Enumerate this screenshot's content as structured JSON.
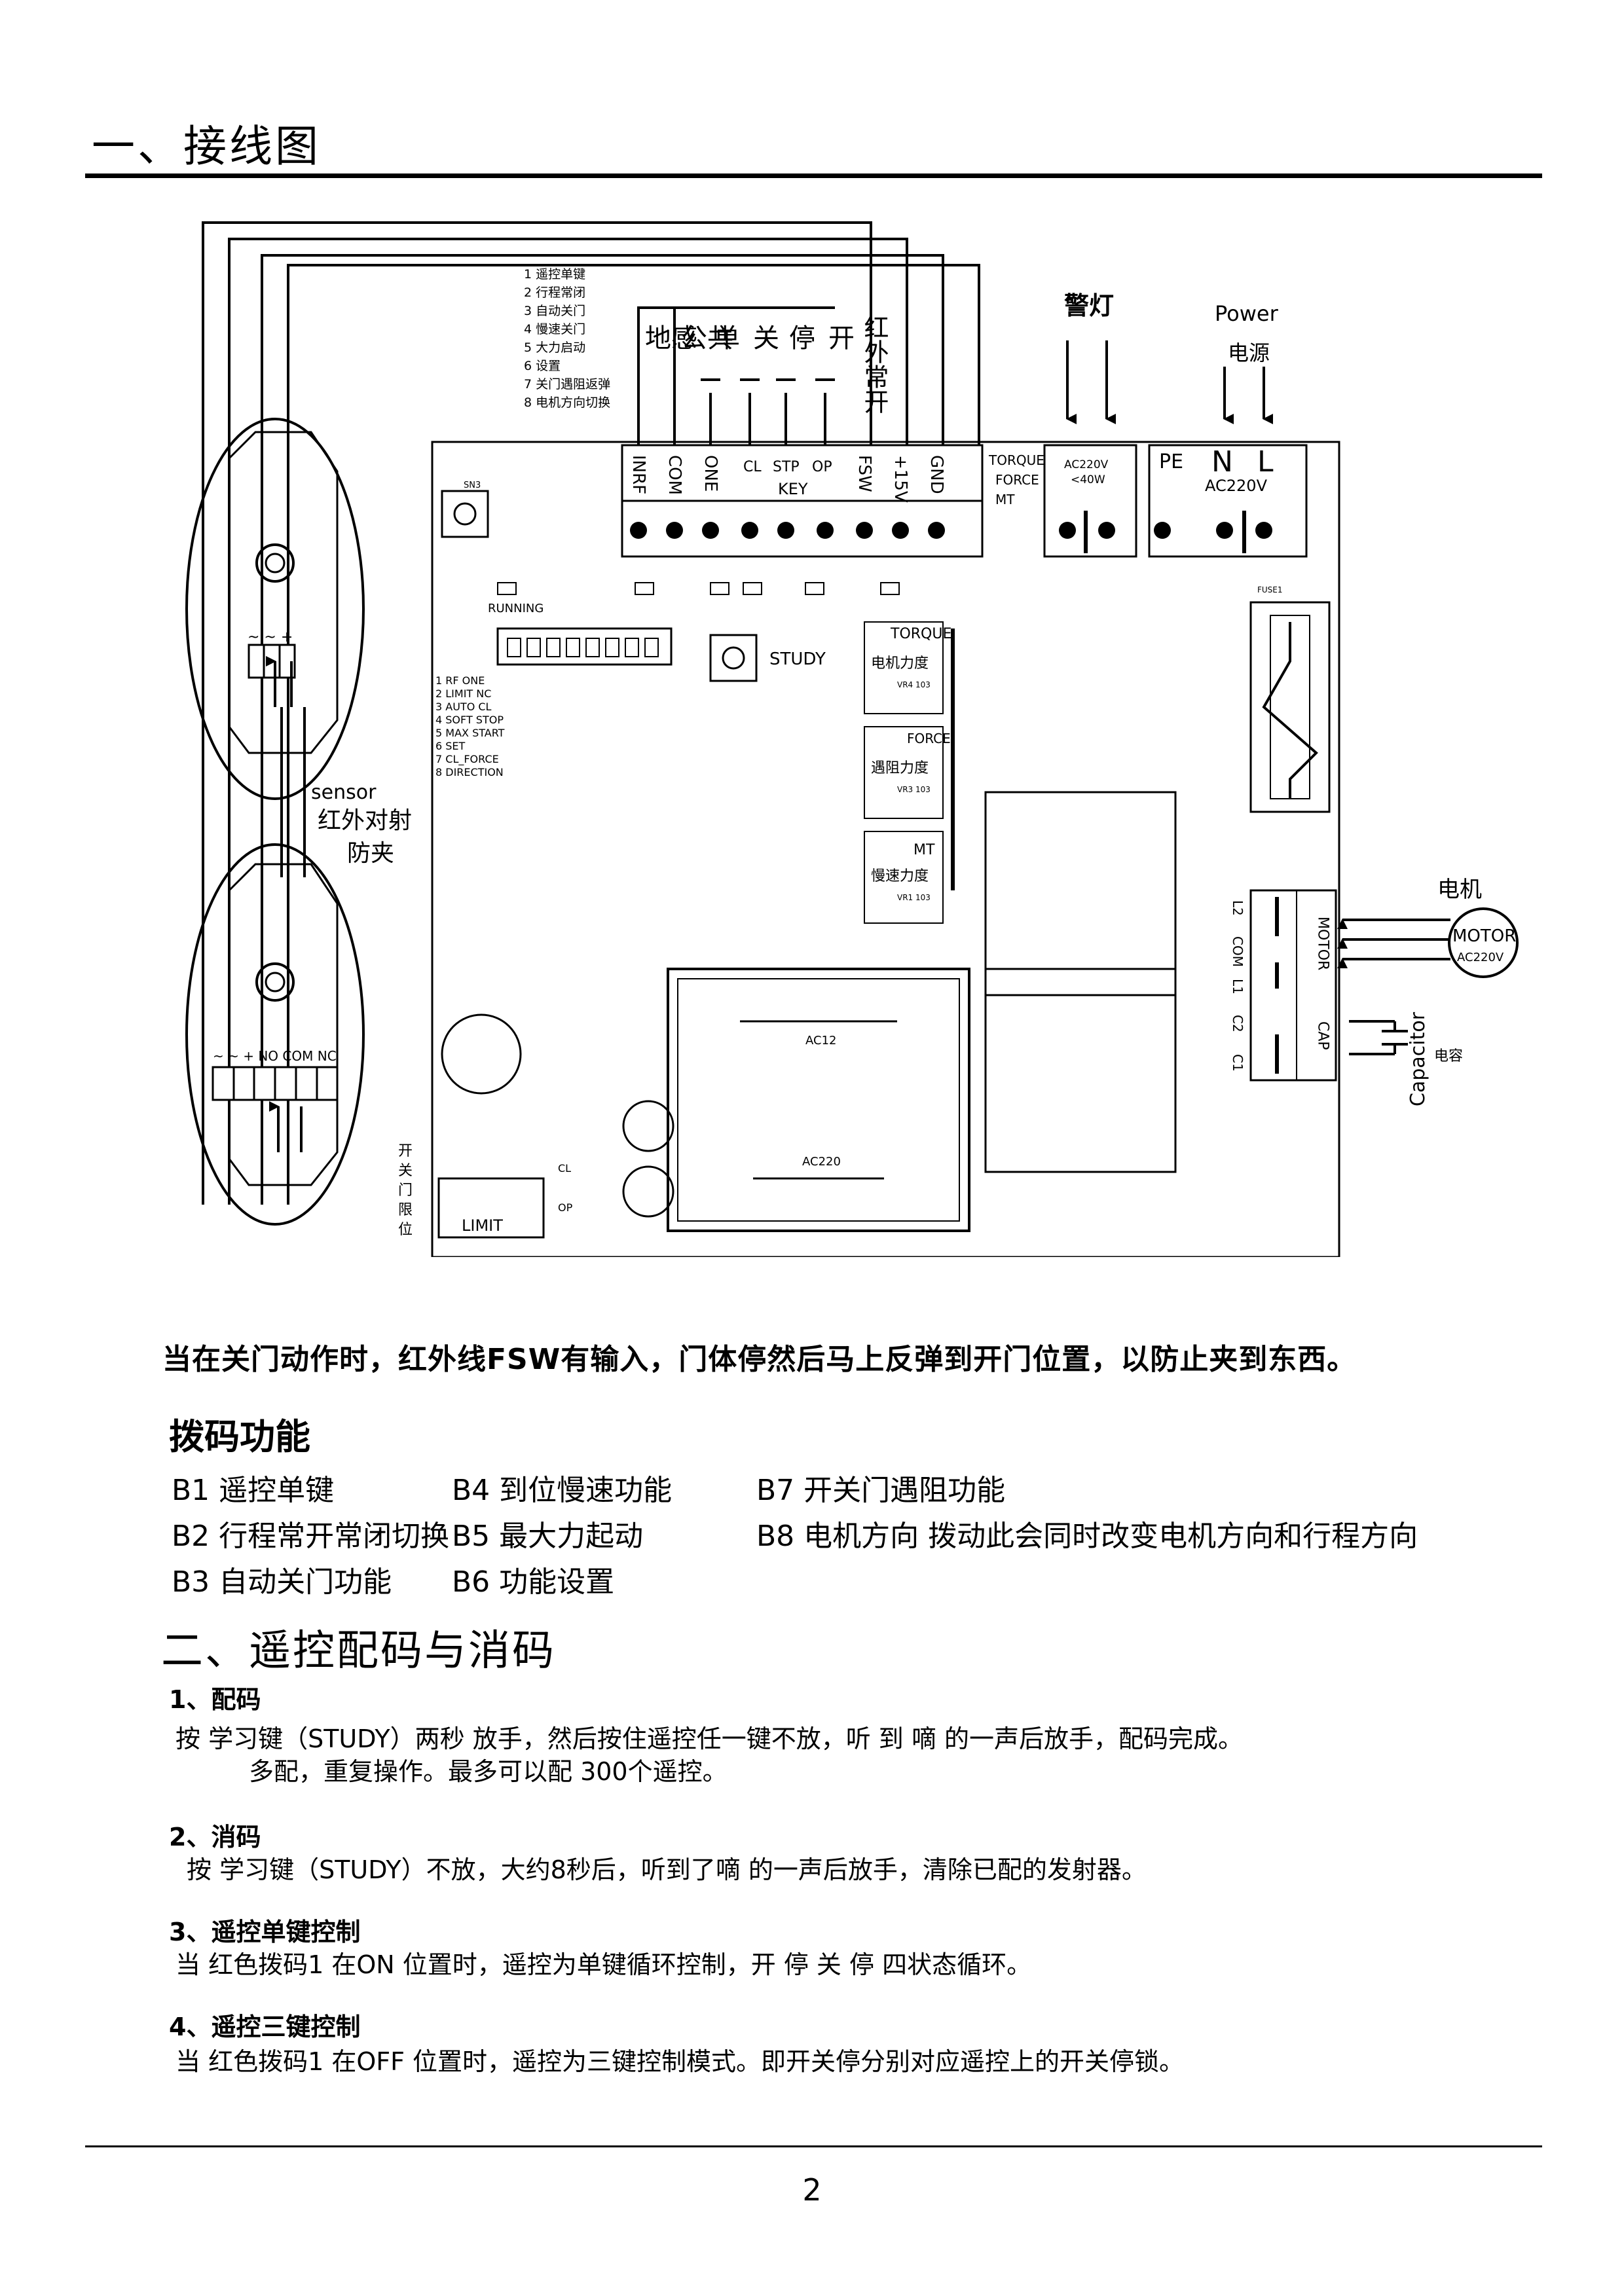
{
  "section1": {
    "title": "一、接线图"
  },
  "diagram": {
    "switch_legend": [
      "1 遥控单键",
      "2 行程常闭",
      "3 自动关门",
      "4 慢速关门",
      "5 大力启动",
      "6 设置",
      "7 关门遇阻返弹",
      "8 电机方向切换"
    ],
    "switch_labels": [
      "地感",
      "公共",
      "单",
      "关",
      "停",
      "开"
    ],
    "ir_label": "红外常开",
    "warning_lamp": "警灯",
    "power_label": "Power",
    "power_cn": "电源",
    "terminals": [
      "INRF",
      "COM",
      "ONE",
      "CL",
      "STP",
      "OP",
      "FSW",
      "+15V",
      "GND"
    ],
    "key_label": "KEY",
    "torque_force_mt": [
      "TORQUE",
      "FORCE",
      "MT"
    ],
    "lamp_terminal": [
      "AC220V",
      "<40W"
    ],
    "power_terminal": [
      "PE",
      "N",
      "L",
      "AC220V"
    ],
    "sn_label": "SN3",
    "running": "RUNNING",
    "study": "STUDY",
    "dip_list": [
      "1 RF ONE",
      "2 LIMIT NC",
      "3 AUTO CL",
      "4 SOFT STOP",
      "5 MAX START",
      "6 SET",
      "7 CL_FORCE",
      "8 DIRECTION"
    ],
    "torque": "TORQUE",
    "force": "FORCE",
    "mt": "MT",
    "pot_labels": [
      "电机力度",
      "遇阻力度",
      "慢速力度"
    ],
    "pot_codes": [
      "VR4 103",
      "VR3 103",
      "VR1 103"
    ],
    "sensor": "sensor",
    "sensor_cn": [
      "红外对射",
      "防夹"
    ],
    "sensor_top_pins": "~ ~ +",
    "sensor_bottom_pins": "~ ~ + NO COM NC",
    "motor_cn": "电机",
    "motor": "MOTOR",
    "motor_volt": "AC220V",
    "motor_terminals": [
      "L2",
      "COM",
      "L1",
      "C2",
      "C1"
    ],
    "motor_tag": "MOTOR",
    "cap_tag": "CAP",
    "capacitor": "Capacitor",
    "capacitor_cn": "电容",
    "ac12": "AC12",
    "ac220": "AC220",
    "limit": "LIMIT",
    "limit_cn": [
      "开",
      "关",
      "门",
      "限",
      "位"
    ],
    "cl": "CL",
    "op": "OP",
    "fuse": "FUSE1"
  },
  "notice": "当在关门动作时，红外线FSW有输入，门体停然后马上反弹到开门位置，以防止夹到东西。",
  "dip_section": {
    "title": "拨码功能",
    "items": [
      [
        "B1 遥控单键",
        "B4 到位慢速功能",
        "B7 开关门遇阻功能"
      ],
      [
        "B2 行程常开常闭切换",
        "B5 最大力起动",
        "B8 电机方向 拨动此会同时改变电机方向和行程方向"
      ],
      [
        "B3 自动关门功能",
        "B6 功能设置",
        ""
      ]
    ]
  },
  "section2": {
    "title": "二、遥控配码与消码",
    "items": [
      {
        "heading": "1、配码",
        "lines": [
          "按 学习键（STUDY）两秒 放手，然后按住遥控任一键不放，听 到 嘀 的一声后放手，配码完成。",
          "多配，重复操作。最多可以配 300个遥控。"
        ]
      },
      {
        "heading": "2、消码",
        "lines": [
          "按 学习键（STUDY）不放，大约8秒后，听到了嘀 的一声后放手，清除已配的发射器。"
        ]
      },
      {
        "heading": "3、遥控单键控制",
        "lines": [
          "当 红色拨码1 在ON 位置时，遥控为单键循环控制，开 停 关 停 四状态循环。"
        ]
      },
      {
        "heading": "4、遥控三键控制",
        "lines": [
          "当 红色拨码1 在OFF 位置时，遥控为三键控制模式。即开关停分别对应遥控上的开关停锁。"
        ]
      }
    ]
  },
  "page_number": "2"
}
